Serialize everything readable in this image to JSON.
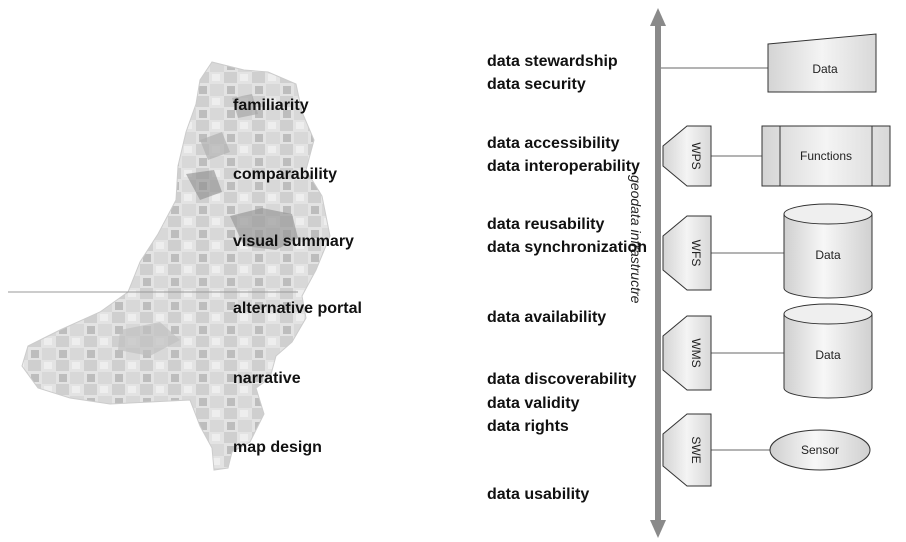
{
  "map_labels": [
    "familiarity",
    "comparability",
    "visual summary",
    "alternative portal",
    "narrative",
    "map design"
  ],
  "data_labels": {
    "stewardship": "data stewardship",
    "security": "data security",
    "accessibility": "data accessibility",
    "interoperability": "data interoperability",
    "reusability": "data reusability",
    "synchronization": "data synchronization",
    "availability": "data availability",
    "discoverability": "data discoverability",
    "validity": "data validity",
    "rights": "data rights",
    "usability": "data usability"
  },
  "axis_label": "geodata infrastructre",
  "services": [
    "WPS",
    "WFS",
    "WMS",
    "SWE"
  ],
  "components": {
    "data_top": "Data",
    "functions": "Functions",
    "data_wfs": "Data",
    "data_wms": "Data",
    "sensor": "Sensor"
  }
}
